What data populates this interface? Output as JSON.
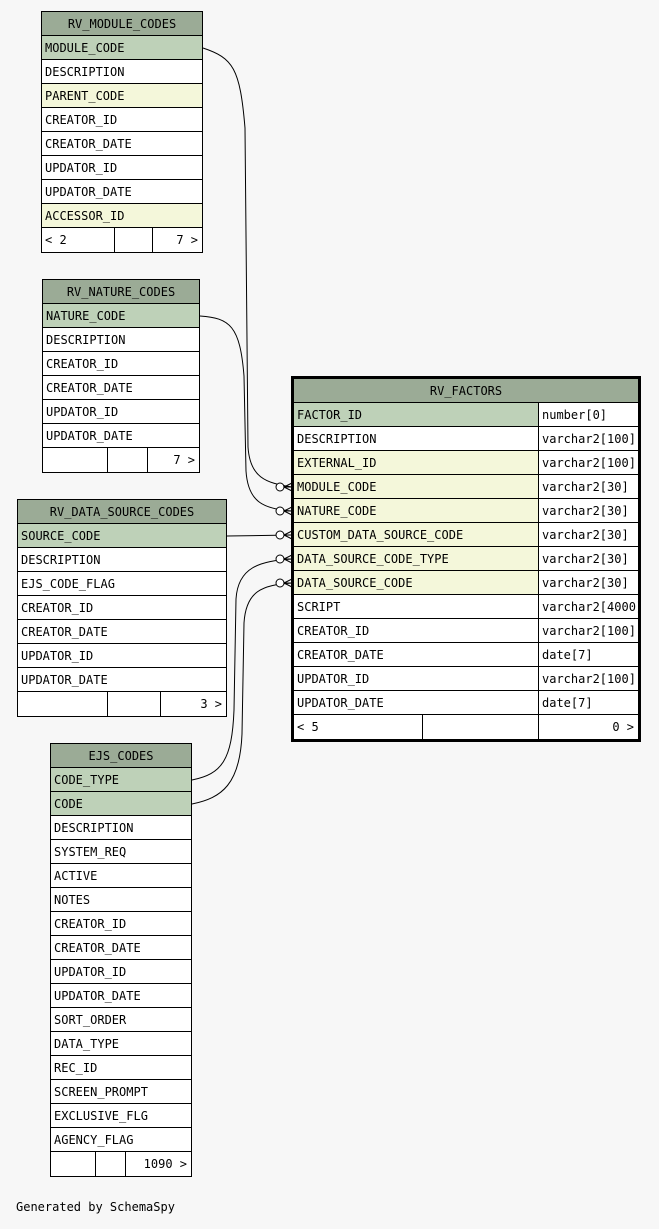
{
  "footer": "Generated by SchemaSpy",
  "tables": [
    {
      "id": "rv_module_codes",
      "name": "RV_MODULE_CODES",
      "columns": [
        {
          "name": "MODULE_CODE",
          "kind": "pk"
        },
        {
          "name": "DESCRIPTION",
          "kind": "plain"
        },
        {
          "name": "PARENT_CODE",
          "kind": "fk"
        },
        {
          "name": "CREATOR_ID",
          "kind": "plain"
        },
        {
          "name": "CREATOR_DATE",
          "kind": "plain"
        },
        {
          "name": "UPDATOR_ID",
          "kind": "plain"
        },
        {
          "name": "UPDATOR_DATE",
          "kind": "plain"
        },
        {
          "name": "ACCESSOR_ID",
          "kind": "fk"
        }
      ],
      "footer": {
        "left": "< 2",
        "right": "7 >"
      }
    },
    {
      "id": "rv_nature_codes",
      "name": "RV_NATURE_CODES",
      "columns": [
        {
          "name": "NATURE_CODE",
          "kind": "pk"
        },
        {
          "name": "DESCRIPTION",
          "kind": "plain"
        },
        {
          "name": "CREATOR_ID",
          "kind": "plain"
        },
        {
          "name": "CREATOR_DATE",
          "kind": "plain"
        },
        {
          "name": "UPDATOR_ID",
          "kind": "plain"
        },
        {
          "name": "UPDATOR_DATE",
          "kind": "plain"
        }
      ],
      "footer": {
        "left": "",
        "right": "7 >"
      }
    },
    {
      "id": "rv_data_source_codes",
      "name": "RV_DATA_SOURCE_CODES",
      "columns": [
        {
          "name": "SOURCE_CODE",
          "kind": "pk"
        },
        {
          "name": "DESCRIPTION",
          "kind": "plain"
        },
        {
          "name": "EJS_CODE_FLAG",
          "kind": "plain"
        },
        {
          "name": "CREATOR_ID",
          "kind": "plain"
        },
        {
          "name": "CREATOR_DATE",
          "kind": "plain"
        },
        {
          "name": "UPDATOR_ID",
          "kind": "plain"
        },
        {
          "name": "UPDATOR_DATE",
          "kind": "plain"
        }
      ],
      "footer": {
        "left": "",
        "right": "3 >"
      }
    },
    {
      "id": "ejs_codes",
      "name": "EJS_CODES",
      "columns": [
        {
          "name": "CODE_TYPE",
          "kind": "pk"
        },
        {
          "name": "CODE",
          "kind": "pk"
        },
        {
          "name": "DESCRIPTION",
          "kind": "plain"
        },
        {
          "name": "SYSTEM_REQ",
          "kind": "plain"
        },
        {
          "name": "ACTIVE",
          "kind": "plain"
        },
        {
          "name": "NOTES",
          "kind": "plain"
        },
        {
          "name": "CREATOR_ID",
          "kind": "plain"
        },
        {
          "name": "CREATOR_DATE",
          "kind": "plain"
        },
        {
          "name": "UPDATOR_ID",
          "kind": "plain"
        },
        {
          "name": "UPDATOR_DATE",
          "kind": "plain"
        },
        {
          "name": "SORT_ORDER",
          "kind": "plain"
        },
        {
          "name": "DATA_TYPE",
          "kind": "plain"
        },
        {
          "name": "REC_ID",
          "kind": "plain"
        },
        {
          "name": "SCREEN_PROMPT",
          "kind": "plain"
        },
        {
          "name": "EXCLUSIVE_FLG",
          "kind": "plain"
        },
        {
          "name": "AGENCY_FLAG",
          "kind": "plain"
        }
      ],
      "footer": {
        "left": "",
        "right": "1090 >"
      }
    },
    {
      "id": "rv_factors",
      "name": "RV_FACTORS",
      "focus": true,
      "columns": [
        {
          "name": "FACTOR_ID",
          "type": "number[0]",
          "kind": "pk"
        },
        {
          "name": "DESCRIPTION",
          "type": "varchar2[100]",
          "kind": "plain"
        },
        {
          "name": "EXTERNAL_ID",
          "type": "varchar2[100]",
          "kind": "fk"
        },
        {
          "name": "MODULE_CODE",
          "type": "varchar2[30]",
          "kind": "fk"
        },
        {
          "name": "NATURE_CODE",
          "type": "varchar2[30]",
          "kind": "fk"
        },
        {
          "name": "CUSTOM_DATA_SOURCE_CODE",
          "type": "varchar2[30]",
          "kind": "fk"
        },
        {
          "name": "DATA_SOURCE_CODE_TYPE",
          "type": "varchar2[30]",
          "kind": "fk"
        },
        {
          "name": "DATA_SOURCE_CODE",
          "type": "varchar2[30]",
          "kind": "fk"
        },
        {
          "name": "SCRIPT",
          "type": "varchar2[4000]",
          "kind": "plain"
        },
        {
          "name": "CREATOR_ID",
          "type": "varchar2[100]",
          "kind": "plain"
        },
        {
          "name": "CREATOR_DATE",
          "type": "date[7]",
          "kind": "plain"
        },
        {
          "name": "UPDATOR_ID",
          "type": "varchar2[100]",
          "kind": "plain"
        },
        {
          "name": "UPDATOR_DATE",
          "type": "date[7]",
          "kind": "plain"
        }
      ],
      "footer": {
        "left": "< 5",
        "right": "0 >"
      }
    }
  ],
  "relationships": [
    {
      "from_table": "rv_module_codes",
      "from_column": "MODULE_CODE",
      "to_table": "rv_factors",
      "to_column": "MODULE_CODE"
    },
    {
      "from_table": "rv_nature_codes",
      "from_column": "NATURE_CODE",
      "to_table": "rv_factors",
      "to_column": "NATURE_CODE"
    },
    {
      "from_table": "rv_data_source_codes",
      "from_column": "SOURCE_CODE",
      "to_table": "rv_factors",
      "to_column": "CUSTOM_DATA_SOURCE_CODE"
    },
    {
      "from_table": "ejs_codes",
      "from_column": "CODE_TYPE",
      "to_table": "rv_factors",
      "to_column": "DATA_SOURCE_CODE_TYPE"
    },
    {
      "from_table": "ejs_codes",
      "from_column": "CODE",
      "to_table": "rv_factors",
      "to_column": "DATA_SOURCE_CODE"
    }
  ]
}
